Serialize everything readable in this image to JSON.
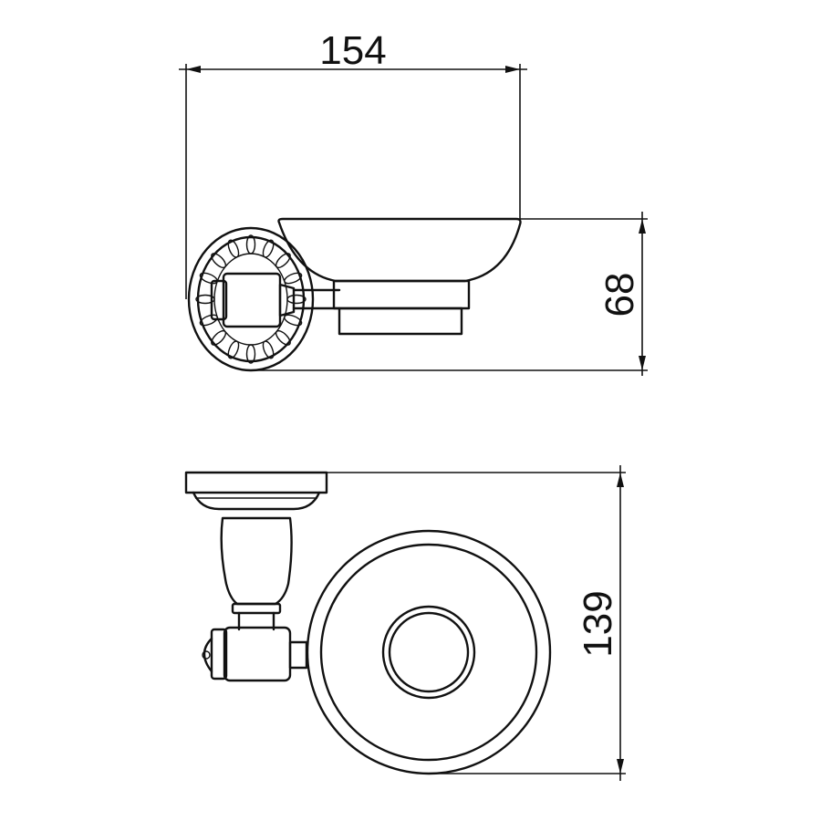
{
  "diagram": {
    "dimensions": {
      "width": "154",
      "height": "68",
      "depth": "139"
    }
  },
  "colors": {
    "line": "#111111",
    "background": "#ffffff"
  }
}
